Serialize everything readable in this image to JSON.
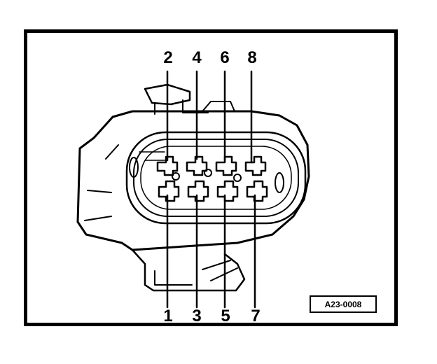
{
  "diagram": {
    "figure_ref": "A23-0008",
    "top_pins": [
      "2",
      "4",
      "6",
      "8"
    ],
    "bottom_pins": [
      "1",
      "3",
      "5",
      "7"
    ],
    "icon": "connector-8-pin-face-icon"
  }
}
